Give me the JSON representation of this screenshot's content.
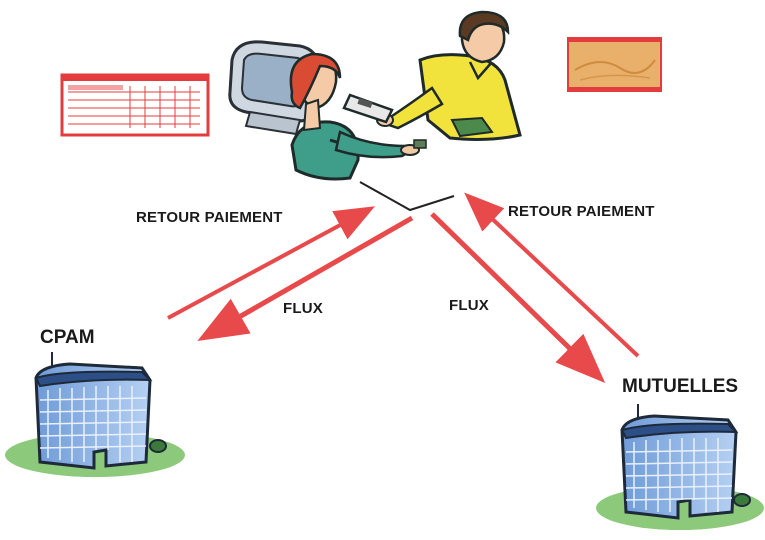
{
  "labels": {
    "retour_left": "RETOUR PAIEMENT",
    "retour_right": "RETOUR PAIEMENT",
    "flux_left": "FLUX",
    "flux_right": "FLUX",
    "cpam": "CPAM",
    "mutuelles": "MUTUELLES"
  },
  "colors": {
    "arrow": "#e8494a",
    "card_red": "#e43c3e",
    "card_gold": "#e9b06b",
    "building_blue": "#8eb3e6",
    "grass": "#8cc97b"
  },
  "icons": [
    "feuille-de-soins-icon",
    "carte-vitale-icon",
    "computer-icon",
    "pharmacist-icon",
    "patient-icon",
    "cpam-building-icon",
    "mutuelles-building-icon"
  ]
}
